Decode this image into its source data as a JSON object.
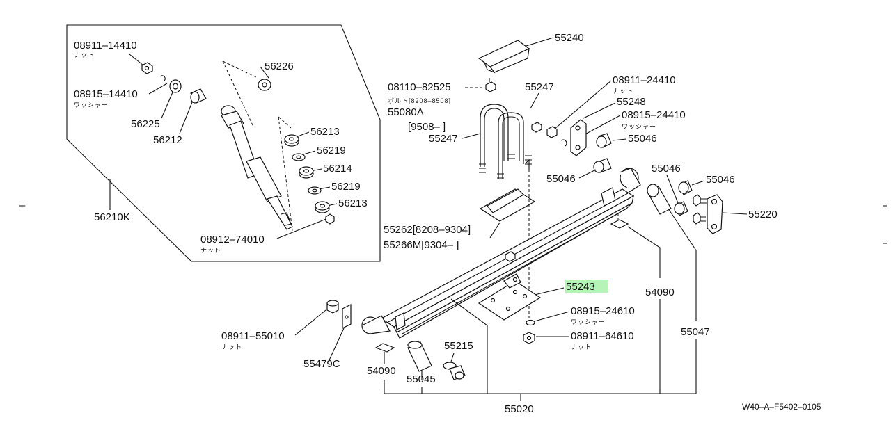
{
  "diagram_code": "W40–A–F5402–0105",
  "highlight_color": "#b6f3b6",
  "callouts": {
    "p08911_14410": "08911–14410",
    "p08911_14410_sub": "ナット",
    "p08915_14410": "08915–14410",
    "p08915_14410_sub": "ワッシャー",
    "p56225": "56225",
    "p56212": "56212",
    "p56226": "56226",
    "p56213a": "56213",
    "p56219a": "56219",
    "p56214": "56214",
    "p56219b": "56219",
    "p56213b": "56213",
    "p56210K": "56210K",
    "p08912_74010": "08912–74010",
    "p08912_74010_sub": "ナット",
    "p55240": "55240",
    "p08110_82525": "08110–82525",
    "p08110_82525_sub": "ボルト[8208–8508]",
    "p55080A": "55080A",
    "p55080A_range": "[9508–          ]",
    "p55247a": "55247",
    "p55247b": "55247",
    "p08911_24410": "08911–24410",
    "p08911_24410_sub": "ナット",
    "p55248": "55248",
    "p08915_24410": "08915–24410",
    "p08915_24410_sub": "ワッシャー",
    "p55046a": "55046",
    "p55046b": "55046",
    "p55046c": "55046",
    "p55046d": "55046",
    "p55220": "55220",
    "p55262": "55262[8208–9304]",
    "p55266M": "55266M[9304–     ]",
    "p54090a": "54090",
    "p55047": "55047",
    "p55243": "55243",
    "p08915_24610": "08915–24610",
    "p08915_24610_sub": "ワッシャー",
    "p08911_64610": "08911–64610",
    "p08911_64610_sub": "ナット",
    "p08911_55010": "08911–55010",
    "p08911_55010_sub": "ナット",
    "p55479C": "55479C",
    "p54090b": "54090",
    "p55045": "55045",
    "p55215": "55215",
    "p55020": "55020"
  },
  "edge_mark": "–"
}
